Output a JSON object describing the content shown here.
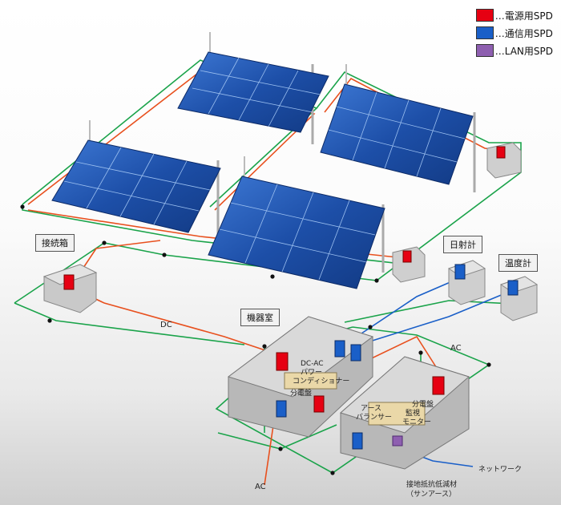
{
  "legend": [
    {
      "text": "…電源用SPD",
      "color": "#e60012"
    },
    {
      "text": "…通信用SPD",
      "color": "#1a5fc8"
    },
    {
      "text": "…LAN用SPD",
      "color": "#8e5fb0"
    }
  ],
  "labels": {
    "junction_box": "接続箱",
    "irradiance_meter": "日射計",
    "thermometer": "温度計",
    "equipment_room": "機器室"
  },
  "annotations": {
    "dc": "DC",
    "ac_top": "AC",
    "ac_bottom": "AC",
    "pcs_line1": "DC-AC",
    "pcs_line2": "パワー",
    "pcs_line3": "コンディショナー",
    "distribution_board_left": "分電盤",
    "distribution_board_right": "分電盤",
    "earth_balancer_line1": "アース",
    "earth_balancer_line2": "バランサー",
    "monitor_line1": "監視",
    "monitor_line2": "モニター",
    "network": "ネットワーク",
    "ground_line1": "接地抵抗低減材",
    "ground_line2": "（サンアース）"
  },
  "colors": {
    "power_line": "#e8501e",
    "comm_line": "#1a5fc8",
    "ground_line": "#1aa34a",
    "panel": "#1d4fa8"
  }
}
